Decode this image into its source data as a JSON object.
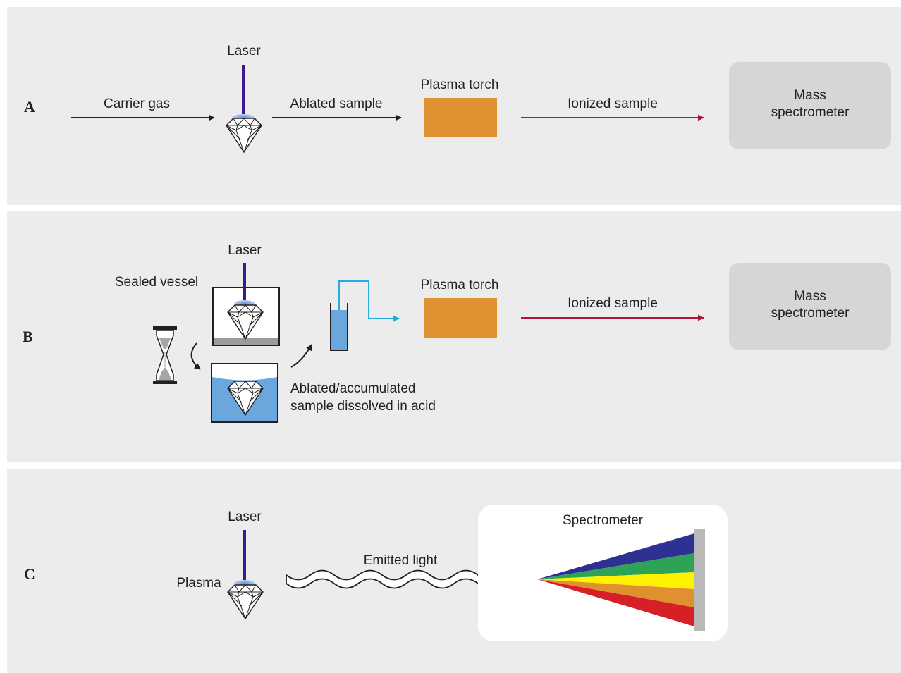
{
  "panels": {
    "a": {
      "letter": "A",
      "laser": "Laser",
      "carrier_gas": "Carrier gas",
      "ablated_sample": "Ablated sample",
      "plasma_torch": "Plasma torch",
      "ionized_sample": "Ionized sample",
      "mass_spec_line1": "Mass",
      "mass_spec_line2": "spectrometer"
    },
    "b": {
      "letter": "B",
      "laser": "Laser",
      "sealed_vessel": "Sealed vessel",
      "plasma_torch": "Plasma torch",
      "ionized_sample": "Ionized sample",
      "mass_spec_line1": "Mass",
      "mass_spec_line2": "spectrometer",
      "dissolved_line1": "Ablated/accumulated",
      "dissolved_line2": "sample dissolved in acid"
    },
    "c": {
      "letter": "C",
      "laser": "Laser",
      "plasma": "Plasma",
      "emitted_light": "Emitted light",
      "spectrometer": "Spectrometer"
    }
  },
  "colors": {
    "panel_bg": "#ececec",
    "laser_beam": "#3b1a8c",
    "plasma_glow": "#8fb4e0",
    "plasma_torch": "#e09233",
    "ionized_arrow": "#b0153a",
    "mass_spec_box": "#d6d6d6",
    "acid": "#6aa7dc",
    "tube_line": "#29a9e1",
    "spectrum": [
      "#2e3192",
      "#2ea358",
      "#fff200",
      "#e0912f",
      "#d71f26"
    ],
    "detector": "#b9b9b9"
  }
}
